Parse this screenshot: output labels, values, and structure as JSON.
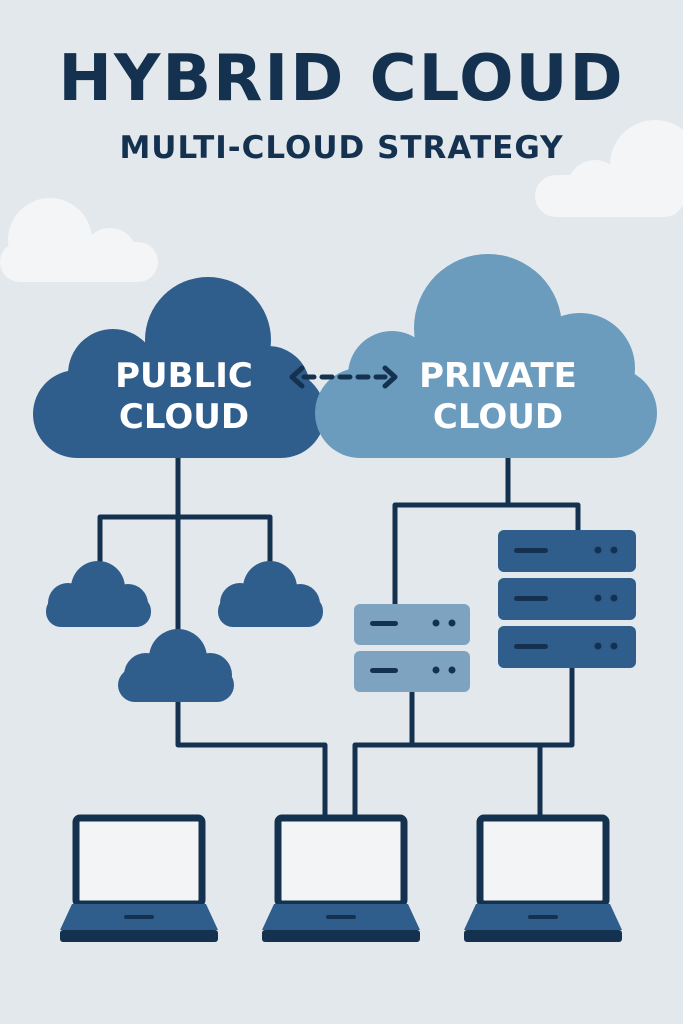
{
  "title": "HYBRID CLOUD",
  "subtitle": "MULTI-CLOUD STRATEGY",
  "clouds": {
    "public": {
      "line1": "PUBLIC",
      "line2": "CLOUD"
    },
    "private": {
      "line1": "PRIVATE",
      "line2": "CLOUD"
    }
  },
  "colors": {
    "background": "#e3e8ec",
    "navy": "#14324f",
    "public_blue": "#2f5d8c",
    "private_blue": "#6b9bbd",
    "light_server": "#7ea3c1",
    "screen": "#f2f4f5",
    "bg_cloud": "#f3f5f6"
  }
}
